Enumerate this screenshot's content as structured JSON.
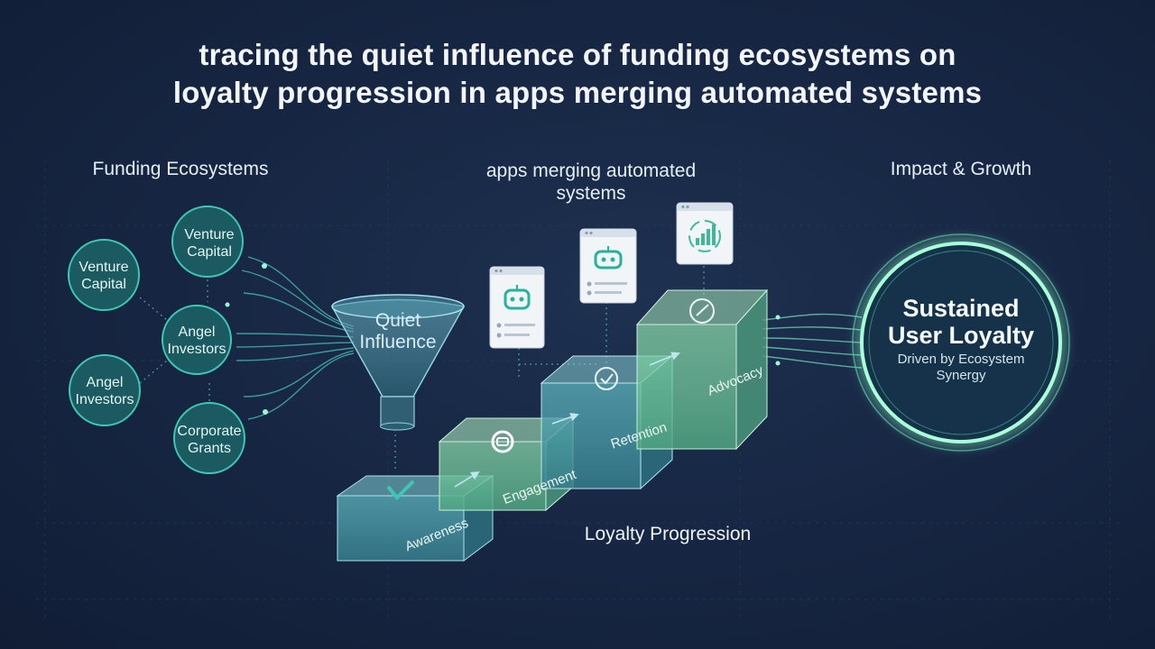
{
  "title": {
    "line1": "tracing the quiet influence of funding ecosystems on",
    "line2": "loyalty progression in apps merging automated systems"
  },
  "sections": {
    "funding": "Funding Ecosystems",
    "apps_line1": "apps merging automated",
    "apps_line2": "systems",
    "impact": "Impact & Growth"
  },
  "funding_nodes": [
    {
      "line1": "Venture",
      "line2": "Capital"
    },
    {
      "line1": "Angel",
      "line2": "Investors"
    },
    {
      "line1": "Venture",
      "line2": "Capital"
    },
    {
      "line1": "Angel",
      "line2": "Investors"
    },
    {
      "line1": "Corporate",
      "line2": "Grants"
    }
  ],
  "funnel": {
    "line1": "Quiet",
    "line2": "Influence"
  },
  "steps": [
    "Awareness",
    "Engagement",
    "Retention",
    "Advocacy"
  ],
  "loyalty_progression_label": "Loyalty Progression",
  "loyalty_circle": {
    "line1": "Sustained",
    "line2": "User Loyalty",
    "sub1": "Driven by Ecosystem",
    "sub2": "Synergy"
  },
  "colors": {
    "background": "#172744",
    "node_fill": "#1a5a60",
    "node_stroke": "#3fc7b3",
    "glow": "#7ff0c0",
    "step_teal": "#4aa8b0",
    "step_green": "#7fd6a0"
  }
}
